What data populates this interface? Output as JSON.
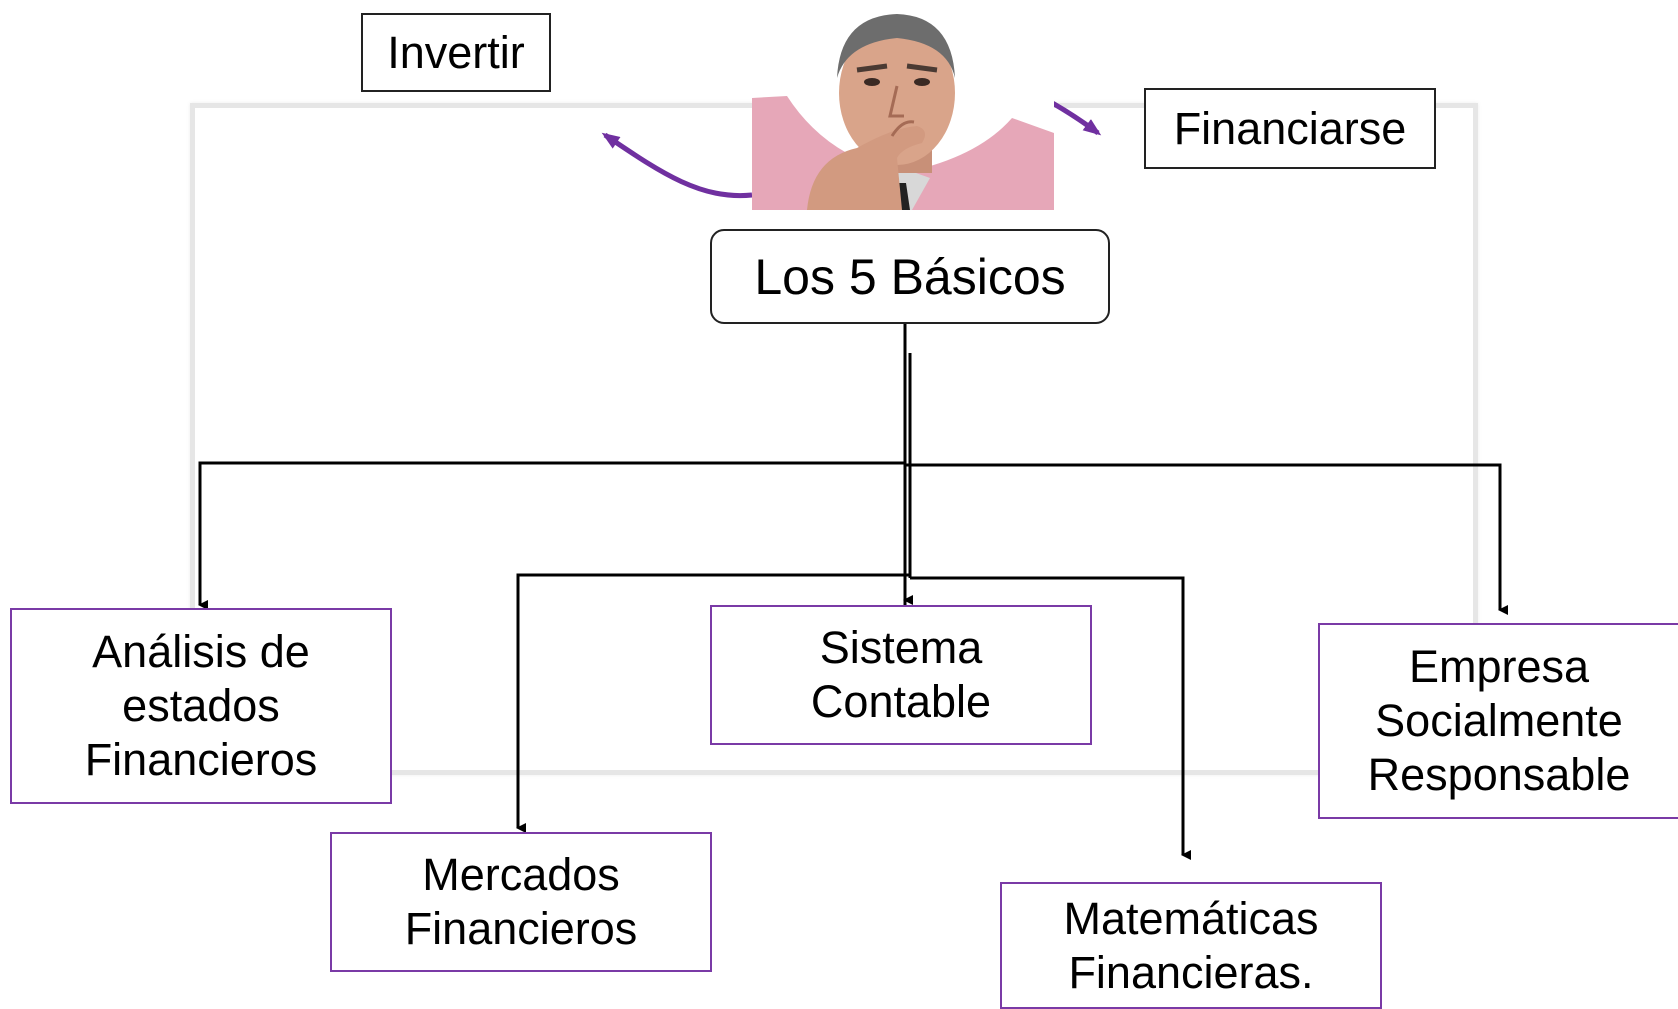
{
  "colors": {
    "accent_purple": "#7030a0",
    "box_border_purple": "#7a3aa6",
    "line_black": "#000000",
    "frame_gray": "#e6e6e6"
  },
  "labels": {
    "invertir": "Invertir",
    "financiarse": "Financiarse"
  },
  "root": {
    "label": "Los 5 Básicos"
  },
  "children": [
    {
      "id": "analisis",
      "label": "Análisis de\nestados\nFinancieros"
    },
    {
      "id": "mercados",
      "label": "Mercados\nFinancieros"
    },
    {
      "id": "sistema",
      "label": "Sistema\nContable"
    },
    {
      "id": "matematicas",
      "label": "Matemáticas\nFinancieras."
    },
    {
      "id": "empresa",
      "label": "Empresa\nSocialmente\nResponsable"
    }
  ],
  "edges": [
    {
      "from": "root",
      "to": "analisis"
    },
    {
      "from": "root",
      "to": "mercados"
    },
    {
      "from": "root",
      "to": "sistema"
    },
    {
      "from": "root",
      "to": "matematicas"
    },
    {
      "from": "root",
      "to": "empresa"
    },
    {
      "from": "photo",
      "to": "invertir",
      "color": "accent_purple"
    },
    {
      "from": "photo",
      "to": "financiarse",
      "color": "accent_purple"
    }
  ],
  "icons": {
    "photo": "thinking-man-photo"
  }
}
